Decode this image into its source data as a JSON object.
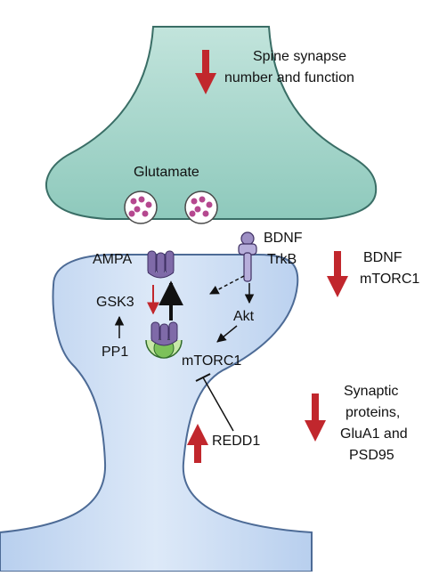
{
  "labels": {
    "glutamate": "Glutamate",
    "ampa": "AMPA",
    "gsk3": "GSK3",
    "pp1": "PP1",
    "bdnf": "BDNF",
    "trkb": "TrkB",
    "akt": "Akt",
    "mtorc1": "mTORC1",
    "redd1": "REDD1"
  },
  "effects": {
    "spine_line1": "Spine synapse",
    "spine_line2": "number and function",
    "bdnf_line1": "BDNF",
    "bdnf_line2": "mTORC1",
    "syn_line1": "Synaptic",
    "syn_line2": "proteins,",
    "syn_line3": "GluA1 and",
    "syn_line4": "PSD95"
  },
  "colors": {
    "presynaptic_fill": "#9fd1c6",
    "postsynaptic_fill": "#cfdff4",
    "receptor_purple": "#7f6aa8",
    "vesicle_pink": "#b5488f",
    "arrow_red": "#c1272d",
    "pp1_green": "#7cc15a"
  }
}
